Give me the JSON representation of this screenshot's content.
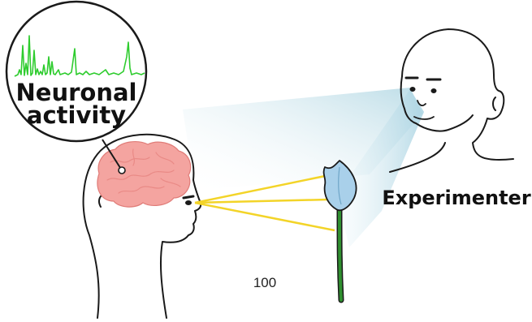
{
  "bubble": {
    "line1": "Neuronal",
    "line2": "activity"
  },
  "experimenter_label": "Experimenter",
  "stimulus_count": "100",
  "colors": {
    "spike_trace": "#2ecc2e",
    "brain": "#f4a4a0",
    "gaze_lines": "#f3d428",
    "light_beam": "#cfe6ee",
    "flower_petal": "#a9d0ea",
    "flower_stem": "#2f8f2f",
    "outline": "#1a1a1a"
  },
  "icons": {
    "subject": "human-head-profile-icon",
    "experimenter": "human-head-icon",
    "stimulus": "calla-lily-flower-icon",
    "brain": "brain-icon",
    "magnifier": "magnifier-bubble-icon"
  }
}
